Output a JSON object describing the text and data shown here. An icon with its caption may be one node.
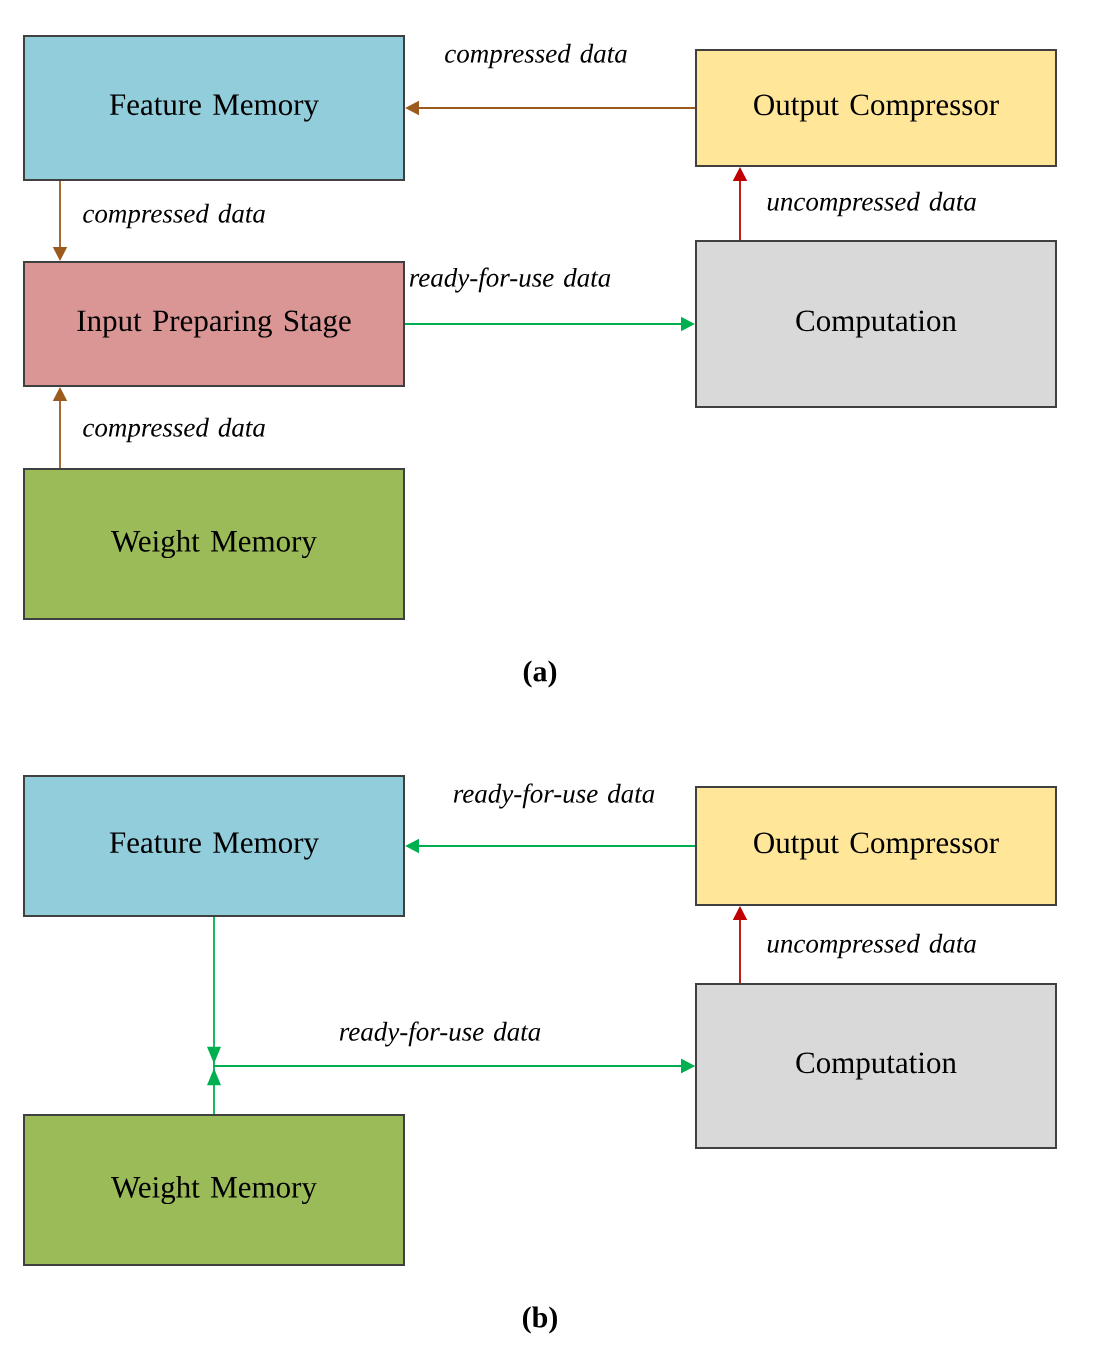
{
  "diagram": {
    "nodes": [
      {
        "text": [
          "Feature Memory"
        ]
      },
      {
        "text": [
          "Output Compressor"
        ]
      },
      {
        "text": [
          "Input Preparing Stage"
        ]
      },
      {
        "text": [
          "Computation"
        ]
      },
      {
        "text": [
          "Weight Memory"
        ]
      },
      {
        "text": [
          "Feature Memory"
        ]
      },
      {
        "text": [
          "Output Compressor"
        ]
      },
      {
        "text": [
          "Computation"
        ]
      },
      {
        "text": [
          "Weight Memory"
        ]
      }
    ],
    "edges": [
      {
        "from": 1,
        "to": 0,
        "arrow": "to",
        "label": "compressed data",
        "color": "#9c5a1e"
      },
      {
        "from": 0,
        "to": 2,
        "arrow": "to",
        "label": "compressed data",
        "color": "#9c5a1e"
      },
      {
        "from": 4,
        "to": 2,
        "arrow": "to",
        "label": "compressed data",
        "color": "#9c5a1e"
      },
      {
        "from": 2,
        "to": 3,
        "arrow": "to",
        "label": "ready-for-use data"
      },
      {
        "from": 3,
        "to": 1,
        "arrow": "to",
        "label": "uncompressed data",
        "color": "#c00000"
      },
      {
        "from": 6,
        "to": 5,
        "arrow": "to",
        "label": "ready-for-use data"
      },
      {
        "from": 7,
        "to": 6,
        "arrow": "to",
        "label": "uncompressed data",
        "color": "#c00000"
      },
      {
        "from": 5,
        "to": 7,
        "arrow": "to",
        "label": "ready-for-use data"
      },
      {
        "from": 8,
        "to": 7,
        "arrow": "to"
      }
    ],
    "labels": [
      "(a)",
      "(b)"
    ]
  }
}
